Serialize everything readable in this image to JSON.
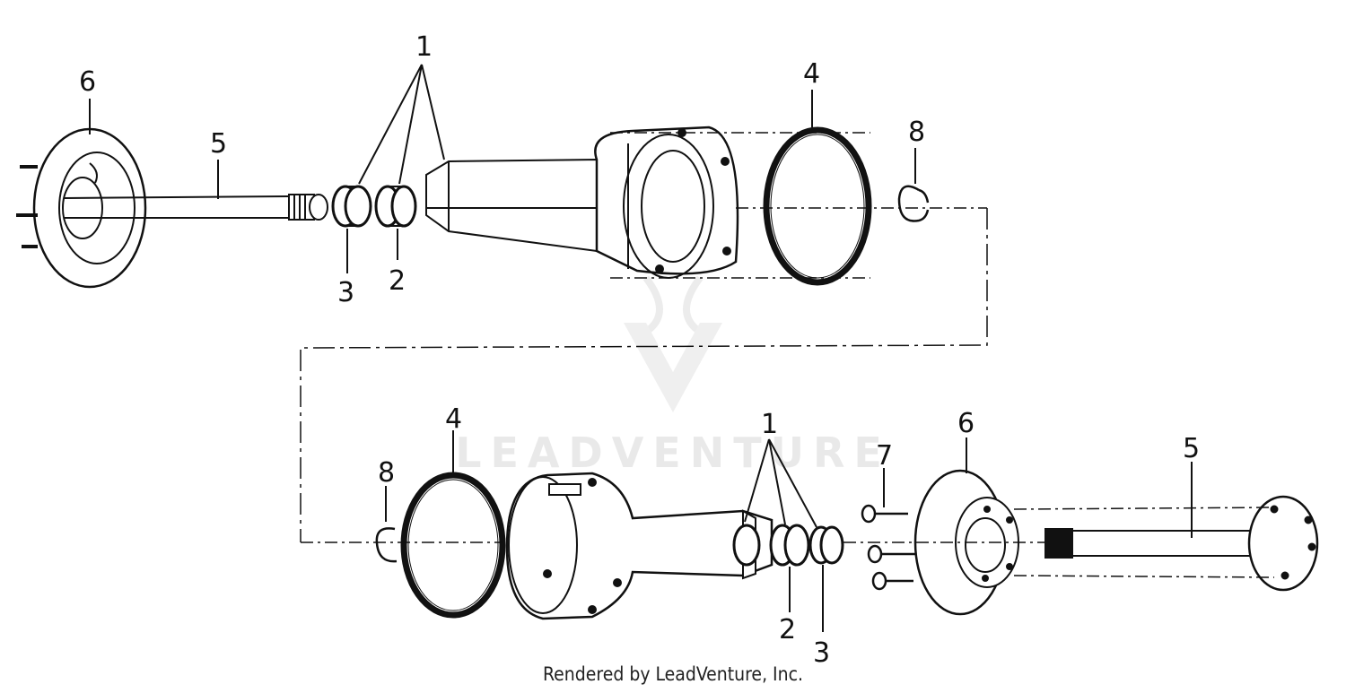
{
  "diagram": {
    "header_partial": "· · · ·   ·  · · · · ·",
    "callouts_top": [
      "6",
      "5",
      "1",
      "4",
      "8",
      "3",
      "2"
    ],
    "callouts_bottom": [
      "4",
      "8",
      "1",
      "7",
      "6",
      "5",
      "2",
      "3"
    ],
    "watermark_text": "LEADVENTURE",
    "footer": "Rendered by LeadVenture, Inc."
  }
}
